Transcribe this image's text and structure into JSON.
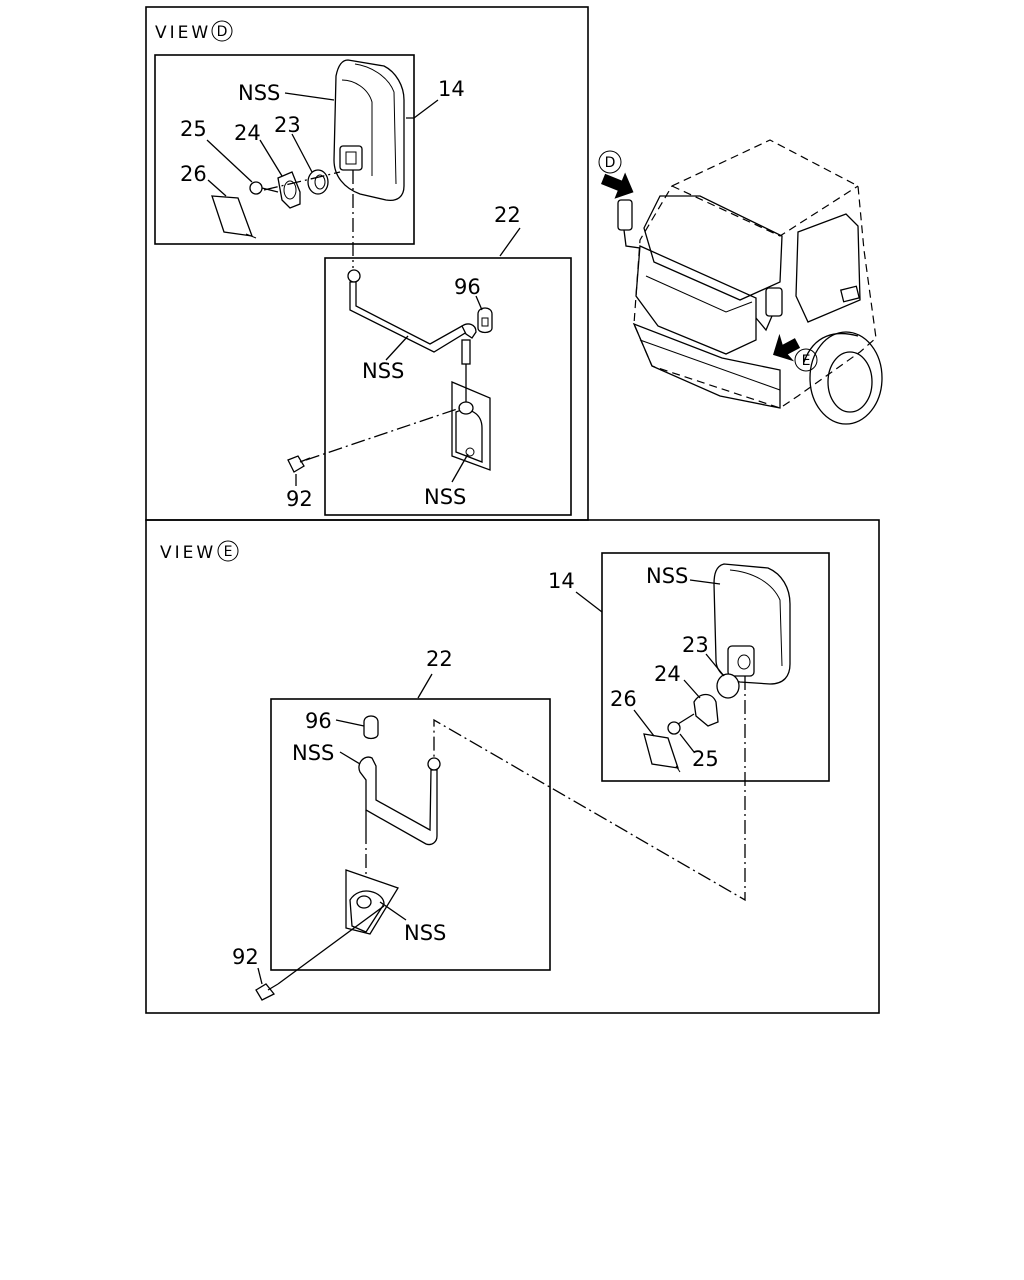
{
  "view_d": {
    "title": "VIEW",
    "marker": "D",
    "labels": {
      "nss_mirror": "NSS",
      "mirror": "14",
      "p25": "25",
      "p24": "24",
      "p23": "23",
      "p26": "26",
      "stay": "22",
      "p96": "96",
      "nss_stay": "NSS",
      "nss_bracket": "NSS",
      "p92": "92"
    }
  },
  "truck": {
    "marker_d": "D",
    "marker_e": "E"
  },
  "view_e": {
    "title": "VIEW",
    "marker": "E",
    "labels": {
      "mirror": "14",
      "nss_mirror": "NSS",
      "p23": "23",
      "p24": "24",
      "p26": "26",
      "p25": "25",
      "stay": "22",
      "p96": "96",
      "nss_stay": "NSS",
      "nss_bracket": "NSS",
      "p92": "92"
    }
  }
}
